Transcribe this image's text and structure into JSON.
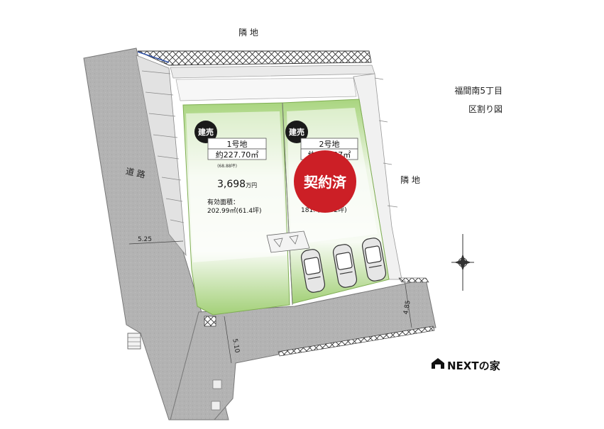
{
  "labels": {
    "neighbor_top": "隣 地",
    "neighbor_right": "隣 地",
    "road": "道 路",
    "area_name": "福間南5丁目",
    "area_subtitle": "区割り図"
  },
  "dimensions": {
    "left_road": "5.25",
    "bottom_road": "5.10",
    "right_road": "4.85"
  },
  "lots": [
    {
      "badge": "建売",
      "name": "1号地",
      "area": "約227.70㎡",
      "tsubo": "(68.88坪)",
      "price_number": "3,698",
      "price_unit": "万円",
      "effective_label": "有効面積：",
      "effective_value": "202.99㎡(61.4坪)"
    },
    {
      "badge": "建売",
      "name": "2号地",
      "area": "約203.07㎡",
      "effective_value": "181.   (54.92坪)",
      "stamp": "契約済"
    }
  ],
  "brand": {
    "name": "NEXTの家",
    "icon": "house-icon"
  },
  "colors": {
    "lot_green": "#9bcc6a",
    "badge_bg": "#1a1a1a",
    "stamp_red": "#cc1f26",
    "road_gray": "#b3b3b3"
  }
}
